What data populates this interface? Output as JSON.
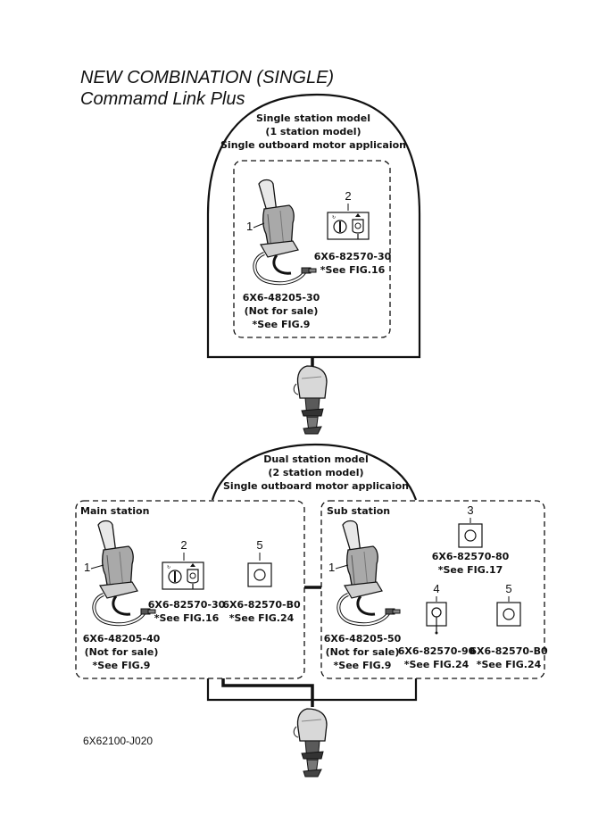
{
  "title_line1": "NEW COMBINATION (SINGLE)",
  "title_line2": "Commamd Link Plus",
  "single": {
    "header": [
      "Single station model",
      "(1 station model)",
      "Single outboard motor applicaion"
    ],
    "lever": {
      "num": "1",
      "part": "6X6-48205-30",
      "note": "(Not for sale)",
      "fig": "*See FIG.9"
    },
    "switch": {
      "num": "2",
      "part": "6X6-82570-30",
      "fig": "*See FIG.16"
    }
  },
  "dual": {
    "header": [
      "Dual station model",
      "(2 station model)",
      "Single outboard motor applicaion"
    ],
    "main": {
      "label": "Main station",
      "lever": {
        "num": "1",
        "part": "6X6-48205-40",
        "note": "(Not for sale)",
        "fig": "*See FIG.9"
      },
      "switch": {
        "num": "2",
        "part": "6X6-82570-30",
        "fig": "*See FIG.16"
      },
      "button": {
        "num": "5",
        "part": "6X6-82570-B0",
        "fig": "*See FIG.24"
      }
    },
    "sub": {
      "label": "Sub station",
      "lever": {
        "num": "1",
        "part": "6X6-48205-50",
        "note": "(Not for sale)",
        "fig": "*See FIG.9"
      },
      "button3": {
        "num": "3",
        "part": "6X6-82570-80",
        "fig": "*See FIG.17"
      },
      "key4": {
        "num": "4",
        "part": "6X6-82570-90",
        "fig": "*See FIG.24"
      },
      "button5": {
        "num": "5",
        "part": "6X6-82570-B0",
        "fig": "*See FIG.24"
      }
    }
  },
  "doc_code": "6X62100-J020"
}
